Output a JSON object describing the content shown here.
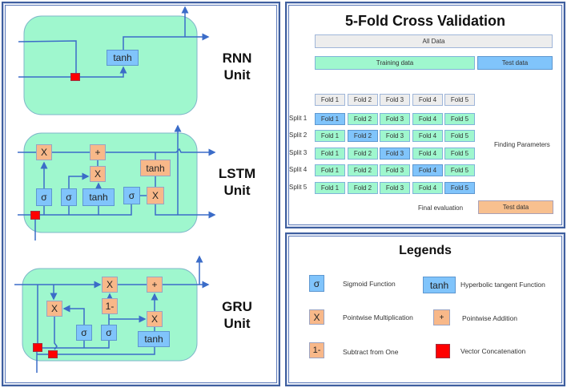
{
  "units": [
    {
      "id": "rnn",
      "label_line1": "RNN",
      "label_line2": "Unit",
      "nodes": [
        {
          "name": "tanh-node",
          "text": "tanh",
          "kind": "activation"
        },
        {
          "name": "concat-node",
          "text": "",
          "kind": "concat"
        }
      ]
    },
    {
      "id": "lstm",
      "label_line1": "LSTM",
      "label_line2": "Unit",
      "nodes": [
        {
          "name": "forget-multiply-node",
          "text": "X"
        },
        {
          "name": "cell-add-node",
          "text": "+"
        },
        {
          "name": "input-multiply-node",
          "text": "X"
        },
        {
          "name": "cell-tanh-node",
          "text": "tanh"
        },
        {
          "name": "forget-sigmoid-node",
          "text": "σ"
        },
        {
          "name": "input-sigmoid-node",
          "text": "σ"
        },
        {
          "name": "candidate-tanh-node",
          "text": "tanh"
        },
        {
          "name": "output-sigmoid-node",
          "text": "σ"
        },
        {
          "name": "output-multiply-node",
          "text": "X"
        },
        {
          "name": "concat-node",
          "text": ""
        }
      ]
    },
    {
      "id": "gru",
      "label_line1": "GRU",
      "label_line2": "Unit",
      "nodes": [
        {
          "name": "keep-multiply-node",
          "text": "X"
        },
        {
          "name": "state-add-node",
          "text": "+"
        },
        {
          "name": "reset-multiply-node",
          "text": "X"
        },
        {
          "name": "one-minus-node",
          "text": "1-"
        },
        {
          "name": "update-multiply-node",
          "text": "X"
        },
        {
          "name": "reset-sigmoid-node",
          "text": "σ"
        },
        {
          "name": "update-sigmoid-node",
          "text": "σ"
        },
        {
          "name": "candidate-tanh-node",
          "text": "tanh"
        },
        {
          "name": "concat-node-1",
          "text": ""
        },
        {
          "name": "concat-node-2",
          "text": ""
        }
      ]
    }
  ],
  "cross_validation": {
    "title": "5-Fold Cross Validation",
    "all_data": "All Data",
    "training_data": "Training data",
    "test_data": "Test data",
    "folds": [
      "Fold 1",
      "Fold 2",
      "Fold 3",
      "Fold 4",
      "Fold 5"
    ],
    "splits": [
      {
        "label": "Split 1",
        "test_fold": 1
      },
      {
        "label": "Split 2",
        "test_fold": 2
      },
      {
        "label": "Split 3",
        "test_fold": 3
      },
      {
        "label": "Split 4",
        "test_fold": 4
      },
      {
        "label": "Split 5",
        "test_fold": 5
      }
    ],
    "finding_parameters": "Finding Parameters",
    "final_evaluation": "Final evaluation",
    "final_test_data": "Test data"
  },
  "legend": {
    "title": "Legends",
    "items": [
      {
        "symbol": "σ",
        "text": "Sigmoid Function",
        "kind": "blue"
      },
      {
        "symbol": "tanh",
        "text": "Hyperbolic tangent Function",
        "kind": "blue"
      },
      {
        "symbol": "X",
        "text": "Pointwise Multiplication",
        "kind": "orange"
      },
      {
        "symbol": "+",
        "text": "Pointwise Addition",
        "kind": "orange"
      },
      {
        "symbol": "1-",
        "text": "Subtract from One",
        "kind": "orange"
      },
      {
        "symbol": "",
        "text": "Vector Concatenation",
        "kind": "red"
      }
    ]
  },
  "colors": {
    "cell_fill": "#9ff7ce",
    "sigma_tanh_fill": "#80c4fb",
    "operation_fill": "#f8b889",
    "concat_fill": "#ff0000",
    "line": "#3b6cc8",
    "panel_border": "#3f5f9f"
  }
}
